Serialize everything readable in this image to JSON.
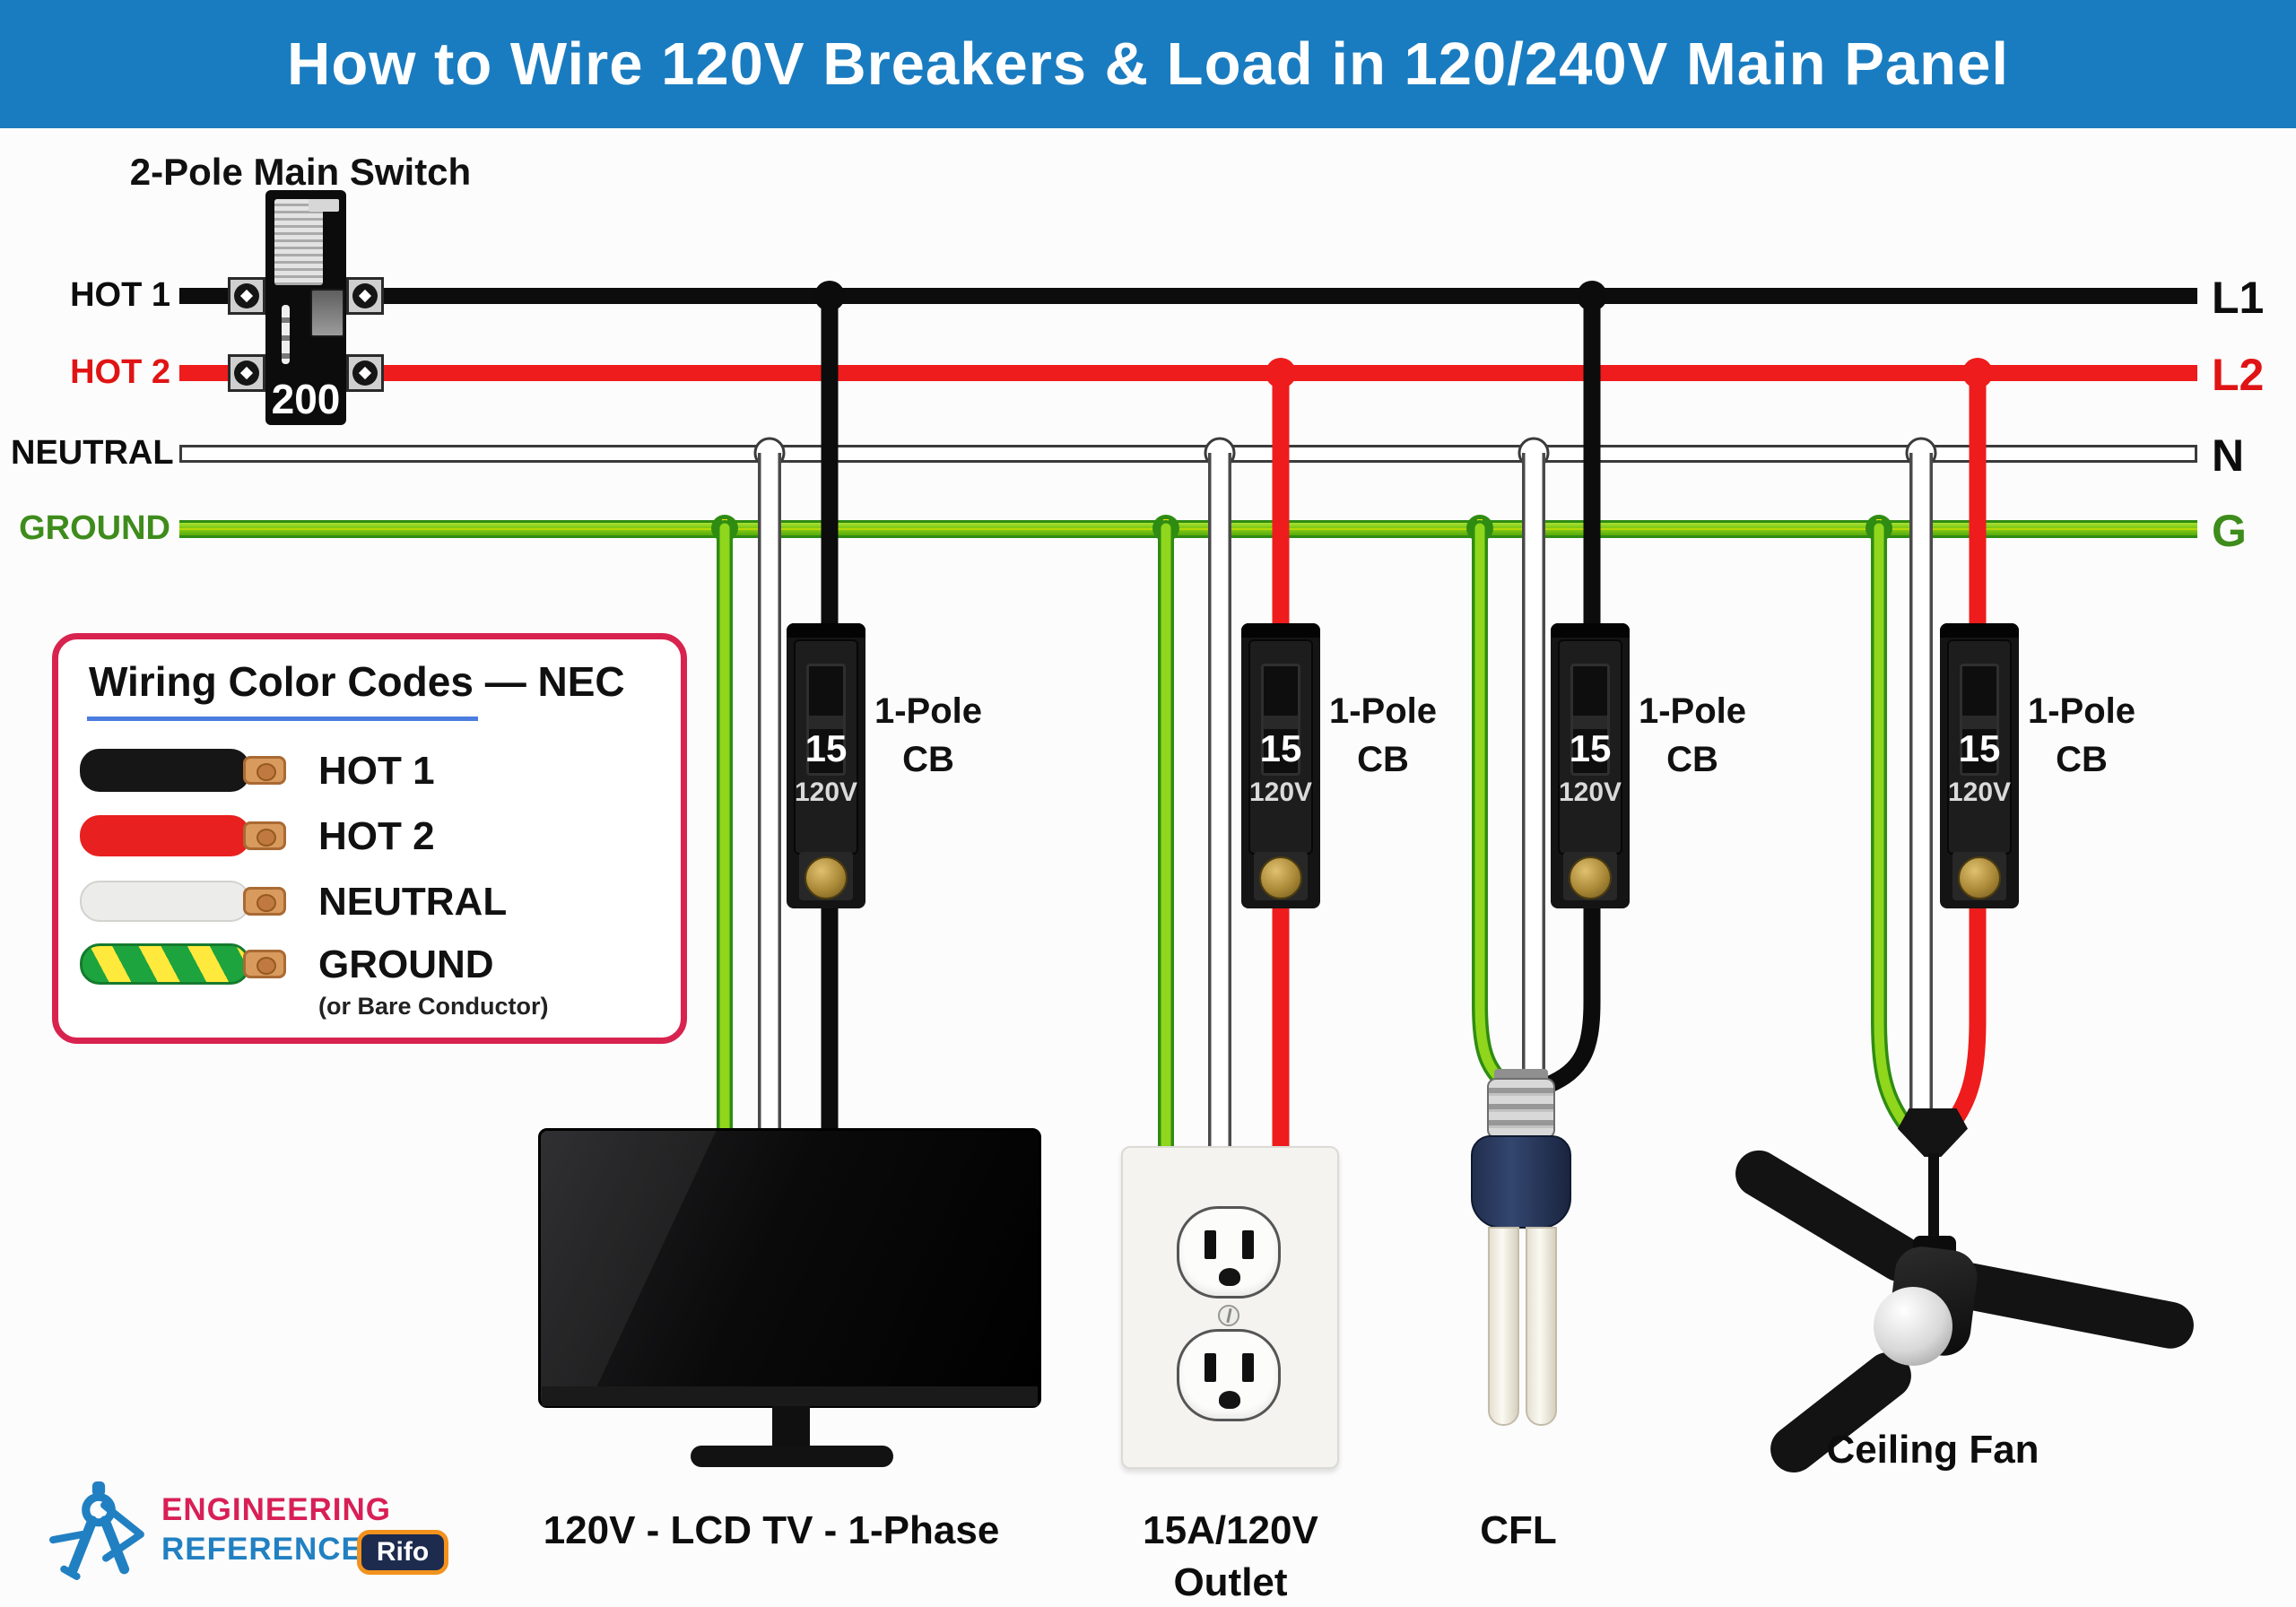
{
  "header": {
    "title": "How to Wire 120V Breakers & Load in 120/240V Main Panel"
  },
  "colors": {
    "header-bg": "#1a7cc0",
    "hot1": "#0d0d0d",
    "hot2": "#ee1c1c",
    "neutral-edge": "#3b3b3b",
    "ground-bright": "#8fd61c",
    "ground-dark": "#2f8c13",
    "ground-label": "#3e8c1c",
    "legend-border": "#d8234f",
    "legend-underline": "#4b7ce0",
    "brand-pink": "#d81f56",
    "brand-blue": "#2180c2",
    "badge-navy": "#1d2b4e",
    "badge-orange": "#f2921d"
  },
  "panel": {
    "main_switch_label": "2-Pole Main Switch",
    "main_switch_rating": "200"
  },
  "bus": {
    "hot1": {
      "label": "HOT 1",
      "right": "L1"
    },
    "hot2": {
      "label": "HOT 2",
      "right": "L2"
    },
    "neutral": {
      "label": "NEUTRAL",
      "right": "N"
    },
    "ground": {
      "label": "GROUND",
      "right": "G"
    }
  },
  "legend": {
    "title": "Wiring Color Codes — NEC",
    "items": [
      {
        "label": "HOT 1"
      },
      {
        "label": "HOT 2"
      },
      {
        "label": "NEUTRAL"
      },
      {
        "label": "GROUND",
        "note": "(or Bare Conductor)"
      }
    ]
  },
  "breakers": [
    {
      "amps": "15",
      "volts": "120V",
      "type_line1": "1-Pole",
      "type_line2": "CB"
    },
    {
      "amps": "15",
      "volts": "120V",
      "type_line1": "1-Pole",
      "type_line2": "CB"
    },
    {
      "amps": "15",
      "volts": "120V",
      "type_line1": "1-Pole",
      "type_line2": "CB"
    },
    {
      "amps": "15",
      "volts": "120V",
      "type_line1": "1-Pole",
      "type_line2": "CB"
    }
  ],
  "loads": {
    "tv": {
      "label": "120V - LCD TV - 1-Phase"
    },
    "outlet": {
      "label_line1": "15A/120V",
      "label_line2": "Outlet"
    },
    "cfl": {
      "label": "CFL"
    },
    "fan": {
      "label": "Ceiling Fan"
    }
  },
  "brand": {
    "line1": "ENGINEERING",
    "line2": "REFERENCE",
    "badge": "Rifo"
  }
}
